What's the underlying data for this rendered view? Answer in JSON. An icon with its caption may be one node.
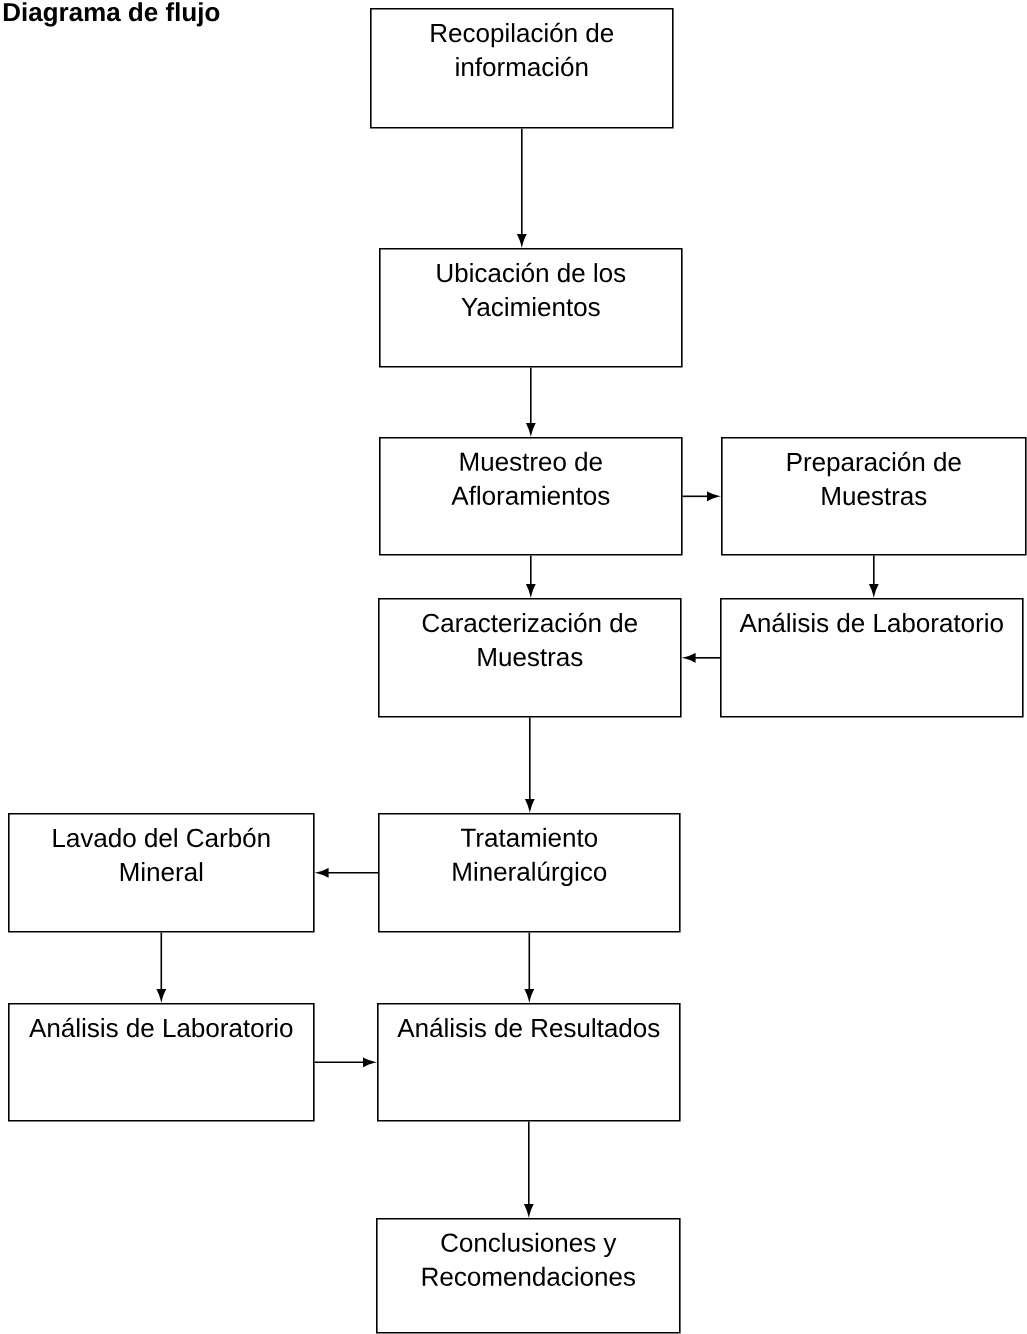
{
  "diagram": {
    "title": "Diagrama de flujo",
    "nodes": [
      {
        "text": [
          "Recopilación de información"
        ]
      },
      {
        "text": [
          "Ubicación de los Yacimientos"
        ]
      },
      {
        "text": [
          "Muestreo de Afloramientos"
        ]
      },
      {
        "text": [
          "Preparación de Muestras"
        ]
      },
      {
        "text": [
          "Caracterización de Muestras"
        ]
      },
      {
        "text": [
          "Análisis de Laboratorio"
        ]
      },
      {
        "text": [
          "Lavado del Carbón Mineral"
        ]
      },
      {
        "text": [
          "Tratamiento Mineralúrgico"
        ]
      },
      {
        "text": [
          "Análisis de Laboratorio"
        ]
      },
      {
        "text": [
          "Análisis de Resultados"
        ]
      },
      {
        "text": [
          "Conclusiones y Recomendaciones"
        ]
      }
    ],
    "edges": [
      {
        "from": 0,
        "to": 1,
        "arrow": "to"
      },
      {
        "from": 1,
        "to": 2,
        "arrow": "to"
      },
      {
        "from": 2,
        "to": 3,
        "arrow": "to"
      },
      {
        "from": 3,
        "to": 5,
        "arrow": "to"
      },
      {
        "from": 5,
        "to": 4,
        "arrow": "to"
      },
      {
        "from": 2,
        "to": 4,
        "arrow": "to"
      },
      {
        "from": 4,
        "to": 7,
        "arrow": "to"
      },
      {
        "from": 7,
        "to": 6,
        "arrow": "to"
      },
      {
        "from": 6,
        "to": 8,
        "arrow": "to"
      },
      {
        "from": 7,
        "to": 9,
        "arrow": "to"
      },
      {
        "from": 8,
        "to": 9,
        "arrow": "to"
      },
      {
        "from": 9,
        "to": 10,
        "arrow": "to"
      }
    ]
  }
}
